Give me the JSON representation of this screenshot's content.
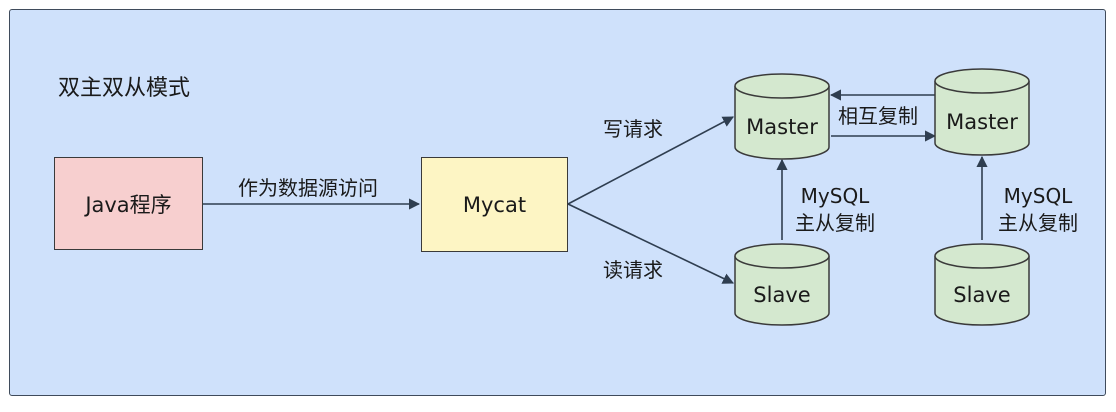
{
  "title": "双主双从模式",
  "app": {
    "label": "Java程序"
  },
  "mycat": {
    "label": "Mycat"
  },
  "edges": {
    "app_to_mycat": "作为数据源访问",
    "write": "写请求",
    "read": "读请求",
    "mutual": "相互复制",
    "repl1_line1": "MySQL",
    "repl1_line2": "主从复制",
    "repl2_line1": "MySQL",
    "repl2_line2": "主从复制"
  },
  "nodes": {
    "master1": "Master",
    "master2": "Master",
    "slave1": "Slave",
    "slave2": "Slave"
  },
  "colors": {
    "background": "#cfe1fb",
    "app_fill": "#f7cfcf",
    "mycat_fill": "#fdf5c4",
    "db_fill": "#d4e8cf",
    "stroke": "#3a3a3a",
    "arrow": "#2f3e50"
  }
}
